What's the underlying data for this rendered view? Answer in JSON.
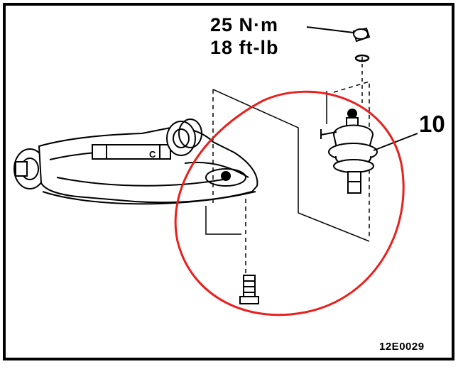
{
  "torque": {
    "metric": "25 N·m",
    "imperial": "18 ft-lb"
  },
  "callout_number": "10",
  "part_code": "C",
  "figure_code": "12E0029",
  "colors": {
    "line_art": "#000000",
    "highlight_circle": "#e8201e",
    "background": "#ffffff"
  },
  "icons": [
    "upper-control-arm-icon",
    "ball-joint-icon",
    "bolt-icon",
    "nut-icon",
    "washer-icon"
  ]
}
